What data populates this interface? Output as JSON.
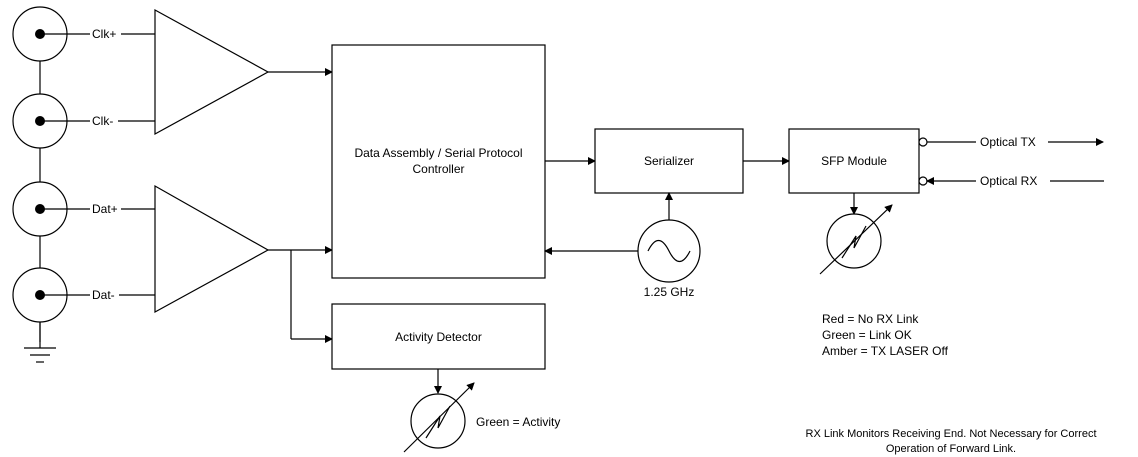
{
  "connectors": {
    "clk_plus": "Clk+",
    "clk_minus": "Clk-",
    "dat_plus": "Dat+",
    "dat_minus": "Dat-"
  },
  "blocks": {
    "controller_line1": "Data Assembly / Serial Protocol",
    "controller_line2": "Controller",
    "serializer": "Serializer",
    "sfp": "SFP Module",
    "activity": "Activity Detector"
  },
  "oscillator": {
    "freq": "1.25 GHz"
  },
  "optical": {
    "tx": "Optical TX",
    "rx": "Optical RX"
  },
  "legend": {
    "red": "Red = No RX Link",
    "green": "Green = Link OK",
    "amber": "Amber = TX LASER Off"
  },
  "activity_legend": "Green = Activity",
  "note": {
    "line1": "RX Link Monitors Receiving End.  Not Necessary for Correct",
    "line2": "Operation of Forward Link."
  }
}
